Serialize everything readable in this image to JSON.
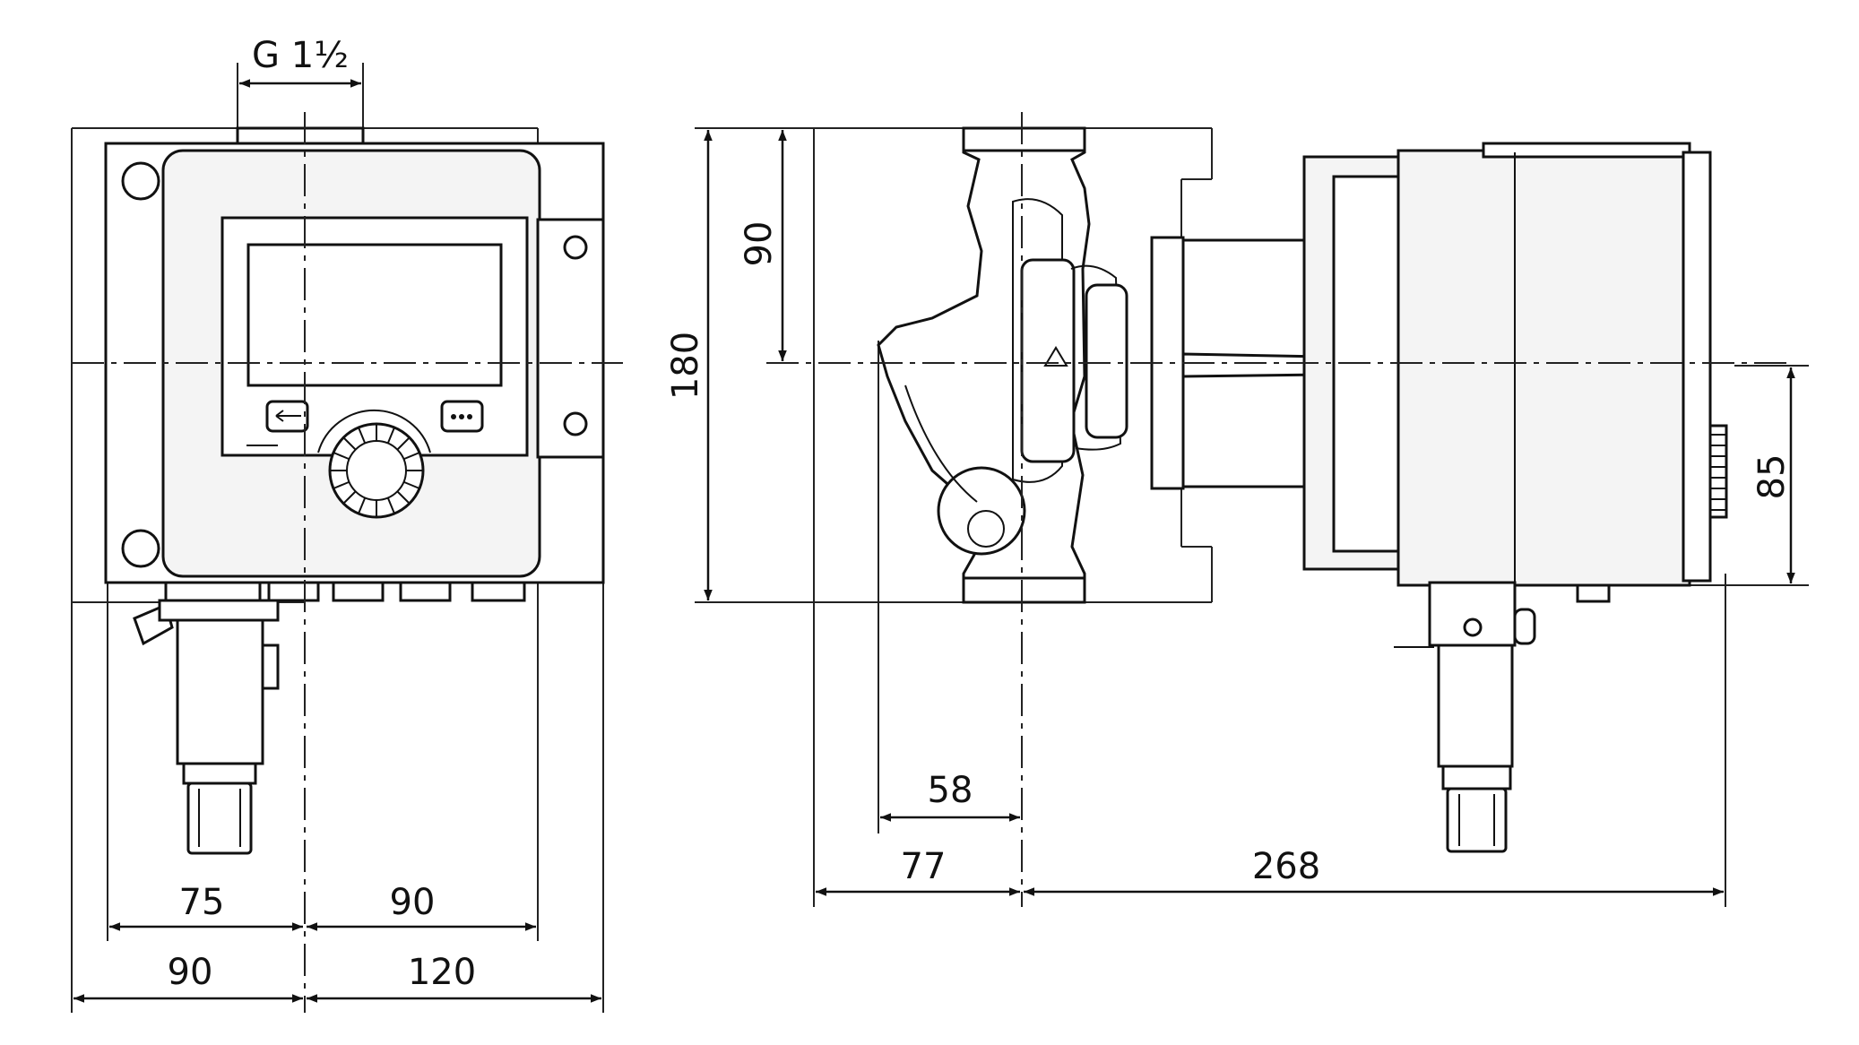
{
  "dimensions": {
    "thread": "G 1½",
    "front_upper_left": "75",
    "front_upper_right": "90",
    "front_lower_left": "90",
    "front_lower_right": "120",
    "side_total_height": "180",
    "side_upper_height": "90",
    "side_lower_right": "85",
    "side_depth_58": "58",
    "side_depth_77": "77",
    "side_length_268": "268"
  },
  "icons": {
    "back_button": "back-arrow-icon",
    "menu_button": "ellipsis-icon",
    "knob": "control-knob-icon",
    "flow_arrow": "triangle-up-icon"
  }
}
